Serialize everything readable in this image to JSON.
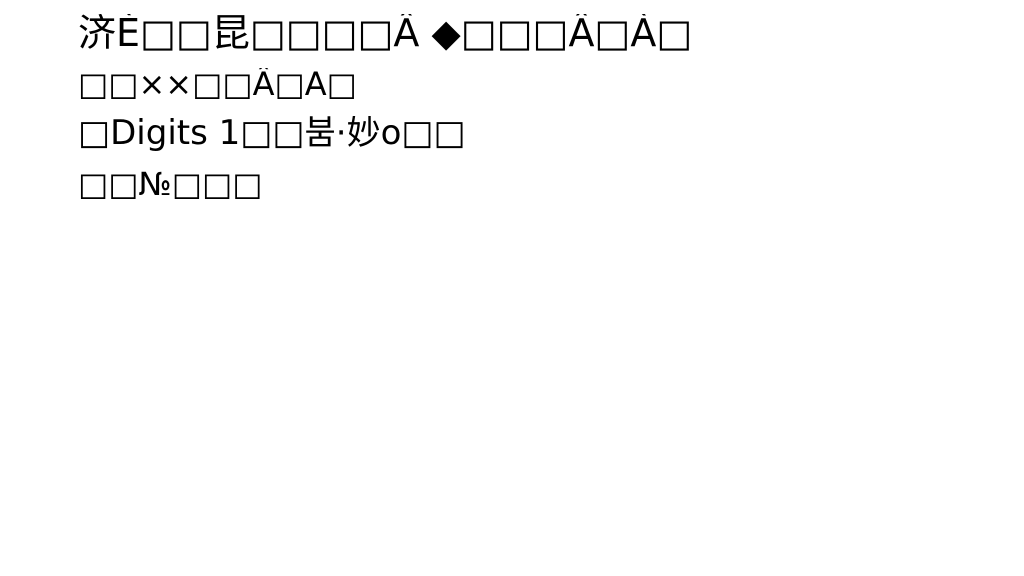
{
  "document": {
    "lines": [
      "济È□□昆□□□□Â ◆□□□Â□À□",
      "□□⨯⨯□□Â□A□",
      "□Digits 1□□붐·妙o□□",
      "□□№□□□"
    ]
  }
}
